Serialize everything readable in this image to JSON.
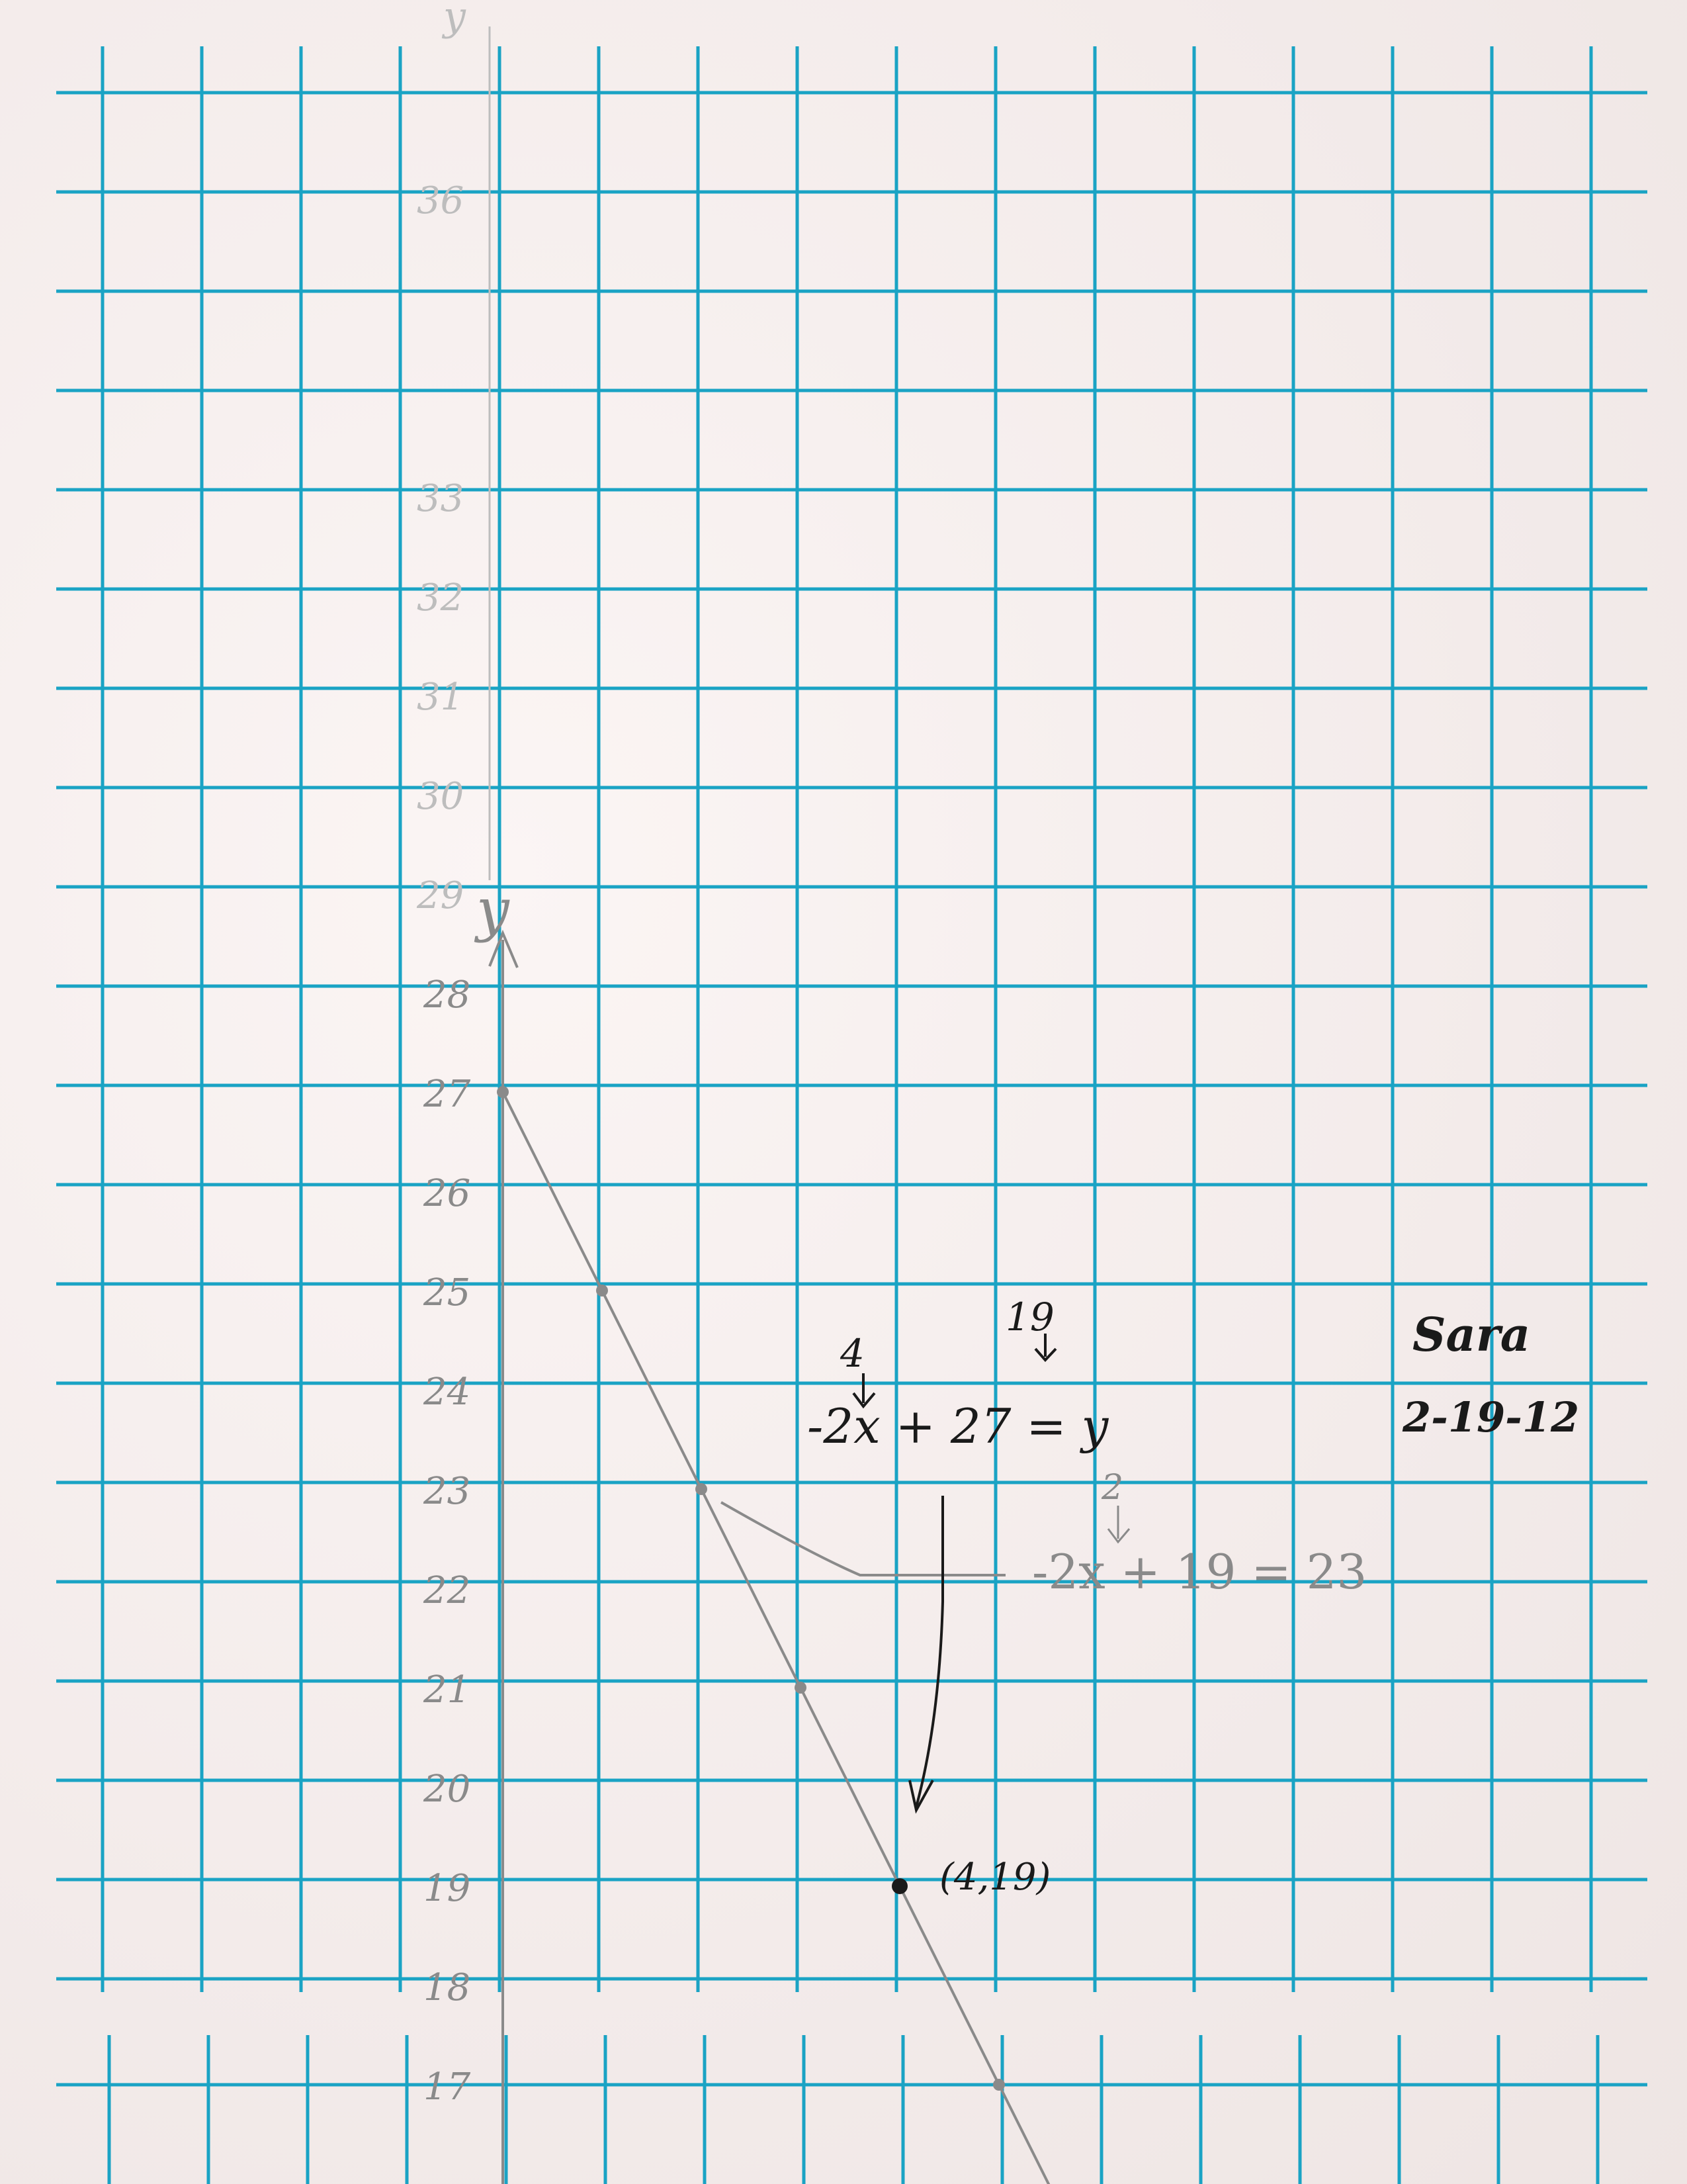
{
  "colors": {
    "paper": "#f6f0ef",
    "grid": "#1aa3c4",
    "pencil": "#8a8a8a",
    "faint_pencil": "#bdbdbd",
    "ink": "#1a1a1a"
  },
  "chart_data": {
    "type": "line",
    "title": "",
    "xlabel": "",
    "ylabel": "y",
    "upper_ylabel": "y",
    "grid": true,
    "ylim": [
      16,
      28
    ],
    "y_ticks": [
      {
        "label": "28",
        "y": 28
      },
      {
        "label": "27",
        "y": 27
      },
      {
        "label": "26",
        "y": 26
      },
      {
        "label": "25",
        "y": 25
      },
      {
        "label": "24",
        "y": 24
      },
      {
        "label": "23",
        "y": 23
      },
      {
        "label": "22",
        "y": 22
      },
      {
        "label": "21",
        "y": 21
      },
      {
        "label": "20",
        "y": 20
      },
      {
        "label": "19",
        "y": 19
      },
      {
        "label": "18",
        "y": 18
      },
      {
        "label": "17",
        "y": 17
      }
    ],
    "faint_ticks": [
      {
        "label": "36",
        "y": 36
      },
      {
        "label": "33",
        "y": 33
      },
      {
        "label": "32",
        "y": 32
      },
      {
        "label": "31",
        "y": 31
      },
      {
        "label": "30",
        "y": 30
      },
      {
        "label": "29",
        "y": 29
      }
    ],
    "series": [
      {
        "equation": "-2x + 27 = y",
        "x": [
          0,
          1,
          2,
          3,
          4,
          5
        ],
        "y": [
          27,
          25,
          23,
          21,
          19,
          17
        ]
      }
    ],
    "highlight_point": {
      "x": 4,
      "y": 19,
      "label": "(4,19)"
    },
    "annotations": {
      "equation_main": "-2x + 27 = y",
      "sub_x": "4",
      "sub_y": "19",
      "equation_pencil": "-2x + 19 = 23",
      "sub_x_pencil": "2"
    }
  },
  "signature": {
    "name": "Sara",
    "date": "2-19-12"
  }
}
